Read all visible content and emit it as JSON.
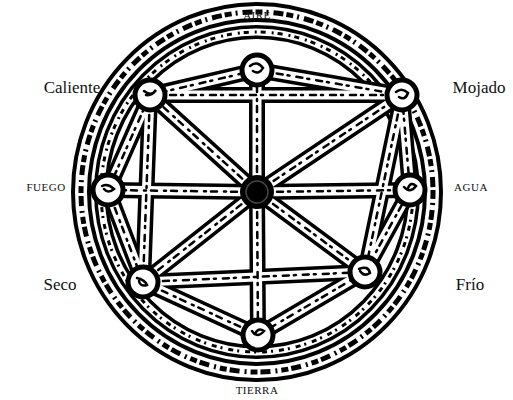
{
  "diagram": {
    "labels": [
      "AIRE",
      "Caliente",
      "Mojado",
      "FUEGO",
      "AGUA",
      "Seco",
      "Frío",
      "TIERRA"
    ]
  }
}
